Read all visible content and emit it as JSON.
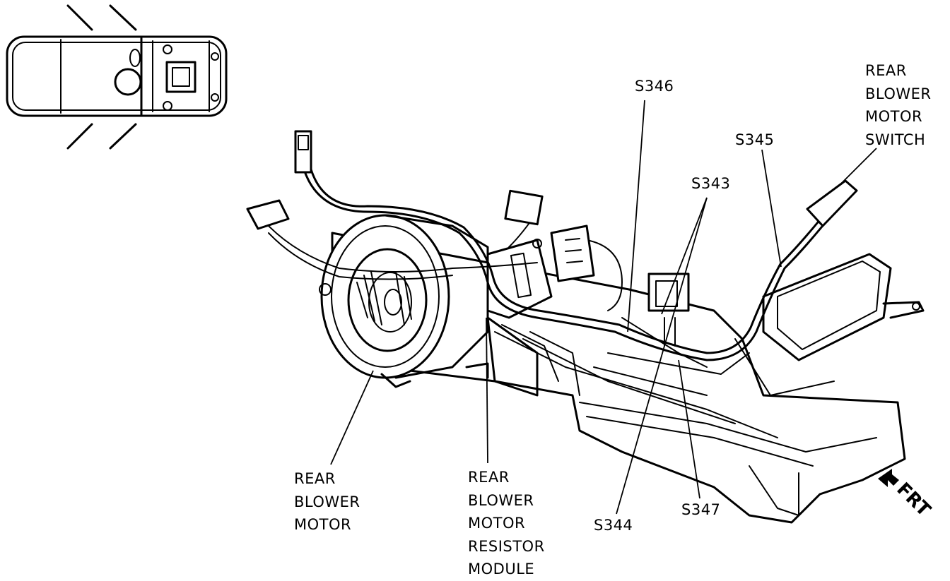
{
  "labels": {
    "rear_blower_motor": [
      "REAR",
      "BLOWER",
      "MOTOR"
    ],
    "rear_blower_motor_resistor_module": [
      "REAR",
      "BLOWER",
      "MOTOR",
      "RESISTOR",
      "MODULE"
    ],
    "rear_blower_motor_switch": [
      "REAR",
      "BLOWER",
      "MOTOR",
      "SWITCH"
    ]
  },
  "splices": {
    "s343": "S343",
    "s344": "S344",
    "s345": "S345",
    "s346": "S346",
    "s347": "S347"
  },
  "direction": {
    "text": "FRT",
    "icon": "front-arrow-icon"
  },
  "locator": {
    "icon": "vehicle-top-view-icon"
  }
}
